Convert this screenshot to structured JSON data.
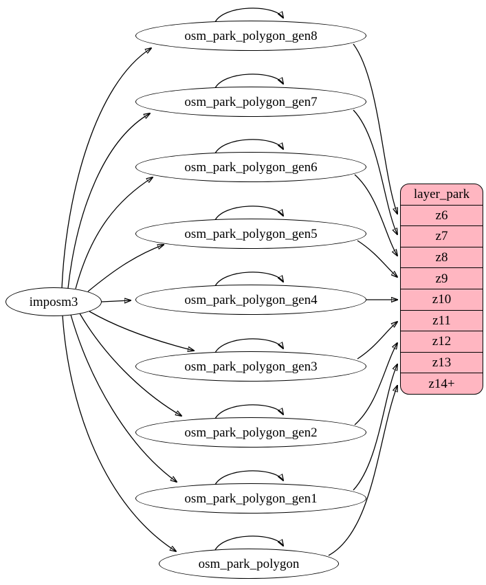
{
  "diagram": {
    "source": {
      "label": "imposm3"
    },
    "tables": [
      {
        "label": "osm_park_polygon_gen8",
        "to": "z6",
        "self_loop": true
      },
      {
        "label": "osm_park_polygon_gen7",
        "to": "z7",
        "self_loop": true
      },
      {
        "label": "osm_park_polygon_gen6",
        "to": "z8",
        "self_loop": true
      },
      {
        "label": "osm_park_polygon_gen5",
        "to": "z9",
        "self_loop": true
      },
      {
        "label": "osm_park_polygon_gen4",
        "to": "z10",
        "self_loop": true
      },
      {
        "label": "osm_park_polygon_gen3",
        "to": "z11",
        "self_loop": true
      },
      {
        "label": "osm_park_polygon_gen2",
        "to": "z12",
        "self_loop": true
      },
      {
        "label": "osm_park_polygon_gen1",
        "to": "z13",
        "self_loop": true
      },
      {
        "label": "osm_park_polygon",
        "to": "z14+",
        "self_loop": true
      }
    ],
    "layer": {
      "title": "layer_park",
      "rows": [
        "z6",
        "z7",
        "z8",
        "z9",
        "z10",
        "z11",
        "z12",
        "z13",
        "z14+"
      ]
    },
    "colors": {
      "layer_fill": "#ffb6c1",
      "node_fill": "#ffffff",
      "stroke": "#000000"
    }
  }
}
